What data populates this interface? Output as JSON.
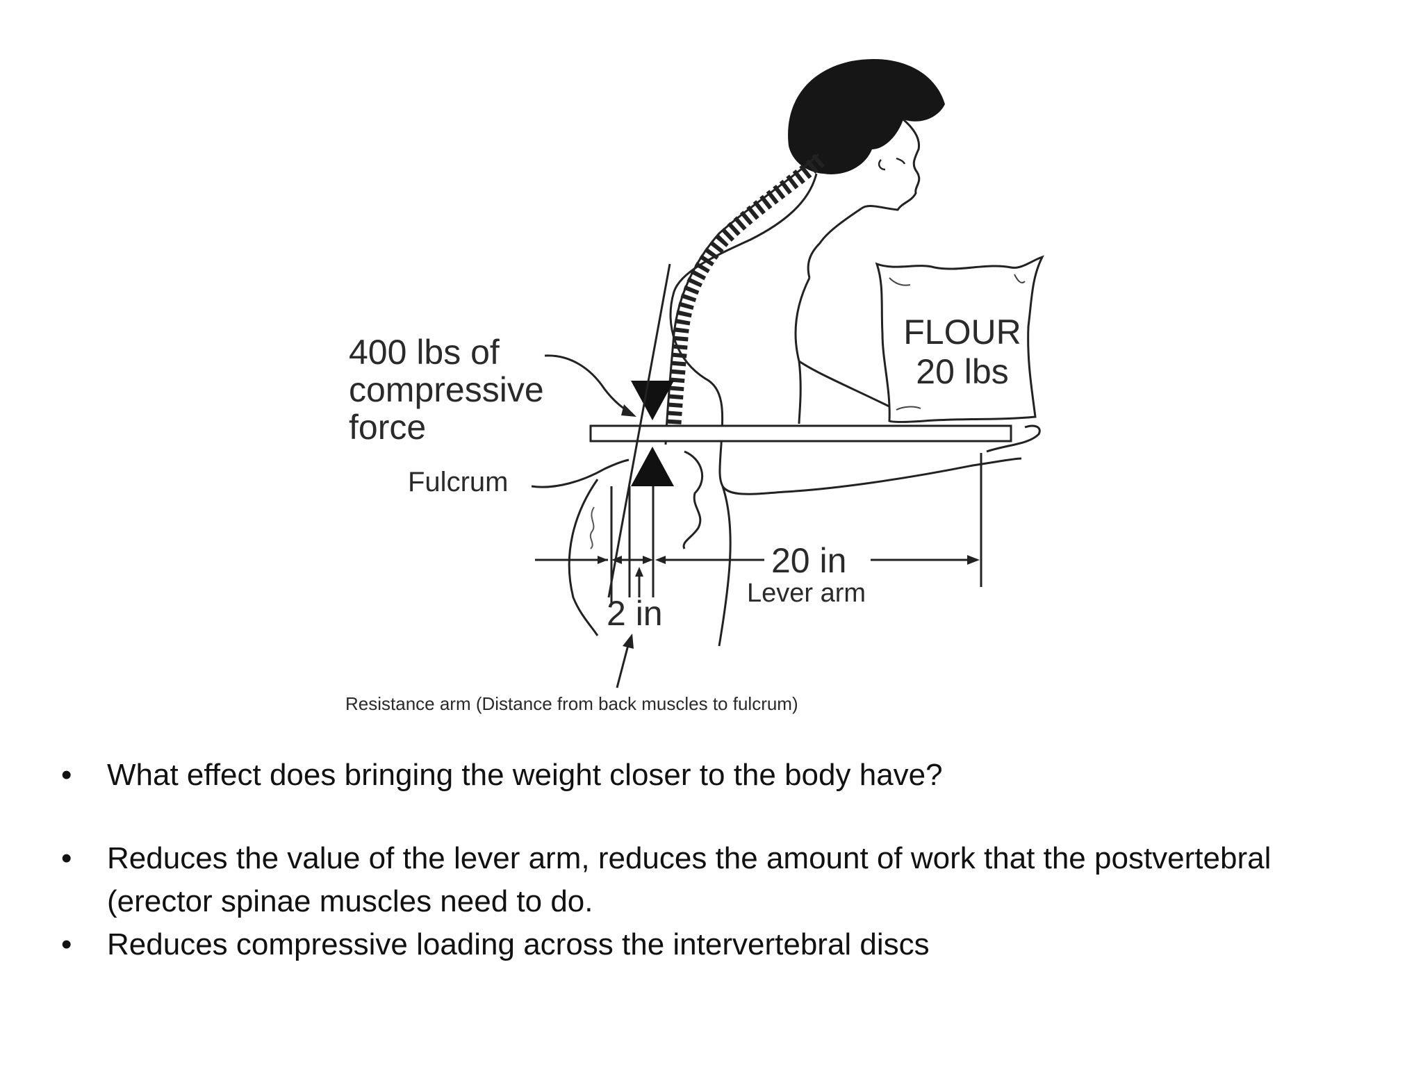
{
  "figure": {
    "force_label": [
      "400 lbs of",
      "compressive",
      "force"
    ],
    "fulcrum_label": "Fulcrum",
    "bag_label": [
      "FLOUR",
      "20 lbs"
    ],
    "lever_distance": "20 in",
    "lever_label": "Lever arm",
    "resistance_distance": "2 in",
    "resistance_caption": "Resistance arm (Distance from back muscles to fulcrum)"
  },
  "bullets": [
    {
      "bullet": "•",
      "text": "What effect does bringing the weight closer to the body have?"
    },
    {
      "bullet": "•",
      "text": "Reduces the value of the lever arm, reduces the amount of work that the postvertebral (erector spinae muscles need to do."
    },
    {
      "bullet": "•",
      "text": "Reduces compressive loading across the intervertebral discs"
    }
  ]
}
